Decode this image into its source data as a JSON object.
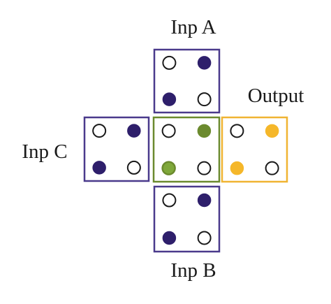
{
  "labels": {
    "inp_a": "Inp A",
    "inp_b": "Inp B",
    "inp_c": "Inp C",
    "output": "Output"
  },
  "colors": {
    "input_box": "#4a3a8c",
    "input_dot": "#2e1f6b",
    "center_box": "#6b8a2e",
    "center_dot": "#6b8a2e",
    "center_dot_border": "#6b8a2e",
    "output_box": "#f0b432",
    "output_dot": "#f5b72a",
    "empty_dot_stroke": "#1a1a1a"
  },
  "cells": [
    {
      "id": "inp-a",
      "box": "input_box",
      "dots": [
        0,
        1,
        1,
        0
      ],
      "fill": "input_dot"
    },
    {
      "id": "inp-c",
      "box": "input_box",
      "dots": [
        0,
        1,
        1,
        0
      ],
      "fill": "input_dot"
    },
    {
      "id": "center",
      "box": "center_box",
      "dots": [
        0,
        1,
        1,
        0
      ],
      "fill": "center_dot"
    },
    {
      "id": "output",
      "box": "output_box",
      "dots": [
        0,
        1,
        1,
        0
      ],
      "fill": "output_dot"
    },
    {
      "id": "inp-b",
      "box": "input_box",
      "dots": [
        0,
        1,
        1,
        0
      ],
      "fill": "input_dot"
    }
  ]
}
